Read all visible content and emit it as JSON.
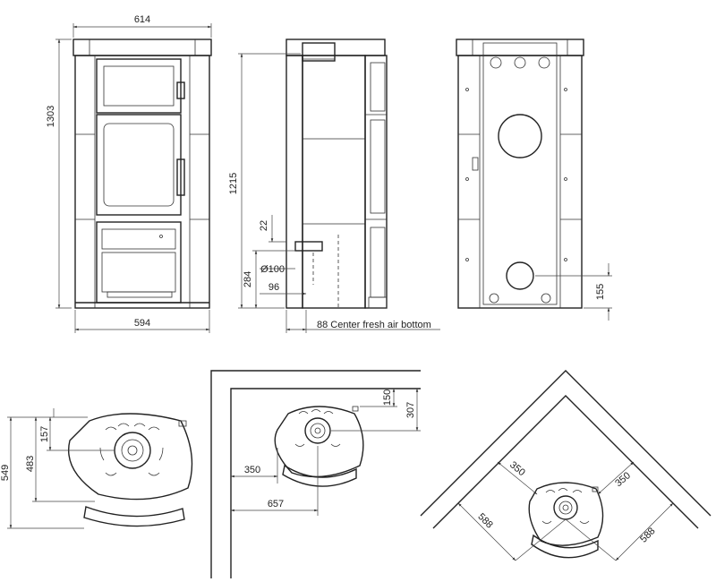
{
  "front_view": {
    "width_top": "614",
    "width_bottom": "594",
    "height": "1303"
  },
  "side_view": {
    "height_to_outlet": "1215",
    "outlet_offset": "22",
    "air_diameter": "Ø100",
    "air_height": "284",
    "air_depth": "96",
    "air_note": "88 Center fresh air bottom"
  },
  "back_view": {
    "opening_height": "155"
  },
  "top_view_plain": {
    "depth": "549",
    "depth_body": "483",
    "flue_offset": "157"
  },
  "top_view_wall": {
    "wall_clearance_top": "150",
    "flue_from_wall": "307",
    "side_clearance": "350",
    "flue_from_side": "657"
  },
  "top_view_corner": {
    "left_clearance": "350",
    "right_clearance": "350",
    "left_flue": "588",
    "right_flue": "588"
  }
}
